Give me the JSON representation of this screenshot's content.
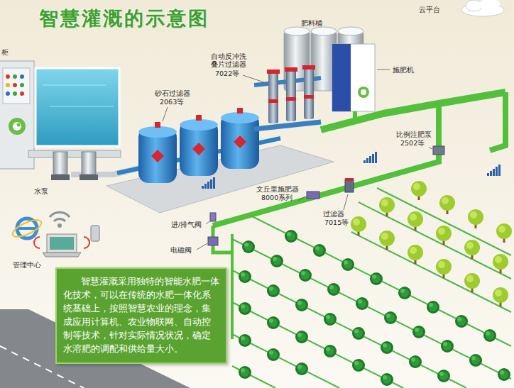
{
  "diagram": {
    "title": "智慧灌溉的示意图",
    "nodes": [
      {
        "text": [
          "智慧灌溉采用独特的智能水肥一体化技术，可以在传统的水肥一体化系统基础上，按照智慧农业的理念，集成应用计算机、农业物联网、自动控制等技术，针对实际情况状况，确定水溶肥的调配和供给量大小。"
        ]
      }
    ],
    "labels": [
      "云平台",
      "肥料桶",
      "柜",
      "自动反冲洗 叠片过滤器",
      "7022等",
      "施肥机",
      "砂石过滤器",
      "2063等",
      "比例注肥泵",
      "2502等",
      "水泵",
      "文丘里施肥器",
      "8000系列",
      "过滤器",
      "7015等",
      "进/排气阀",
      "电磁阀",
      "管理中心"
    ]
  }
}
